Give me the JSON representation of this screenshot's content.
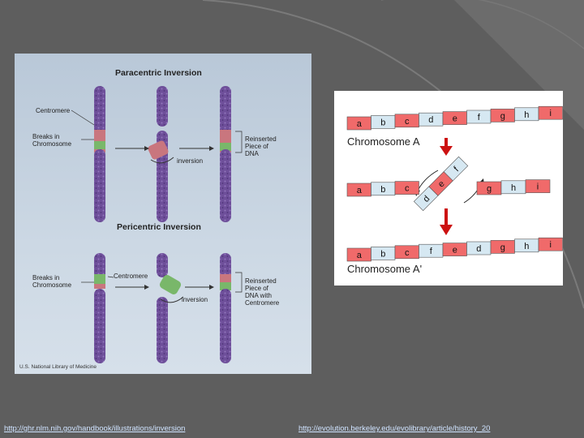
{
  "left_panel": {
    "title_top": "Paracentric Inversion",
    "title_bottom": "Pericentric Inversion",
    "label_centromere": "Centromere",
    "label_breaks_top": "Breaks in\nChromosome",
    "label_inversion_top": "inversion",
    "label_reinserted_top": "Reinserted\nPiece of\nDNA",
    "label_breaks_bottom": "Breaks in\nChromosome",
    "label_centromere_bottom": "Centromere",
    "label_inversion_bottom": "inversion",
    "label_reinserted_bottom": "Reinserted\nPiece of\nDNA with\nCentromere",
    "credit": "U.S. National Library of Medicine"
  },
  "right_panel": {
    "row1_genes": [
      "a",
      "b",
      "c",
      "d",
      "e",
      "f",
      "g",
      "h",
      "i"
    ],
    "label_a": "Chromosome A",
    "row2_left_genes": [
      "a",
      "b",
      "c"
    ],
    "row2_middle_genes": [
      "d",
      "e",
      "f"
    ],
    "row2_right_genes": [
      "g",
      "h",
      "i"
    ],
    "row3_genes": [
      "a",
      "b",
      "c",
      "f",
      "e",
      "d",
      "g",
      "h",
      "i"
    ],
    "label_a_prime": "Chromosome A'"
  },
  "footer": {
    "link_left": "http://ghr.nlm.nih.gov/handbook/illustrations/inversion",
    "link_right": "http://evolution.berkeley.edu/evolibrary/article/history_20"
  },
  "colors": {
    "slide_bg": "#5e5e5e",
    "gene_red": "#f06a6a",
    "gene_light": "#d6e8f2",
    "arrow_red": "#cc1111",
    "chromosome_purple": "#6e4f9a"
  }
}
